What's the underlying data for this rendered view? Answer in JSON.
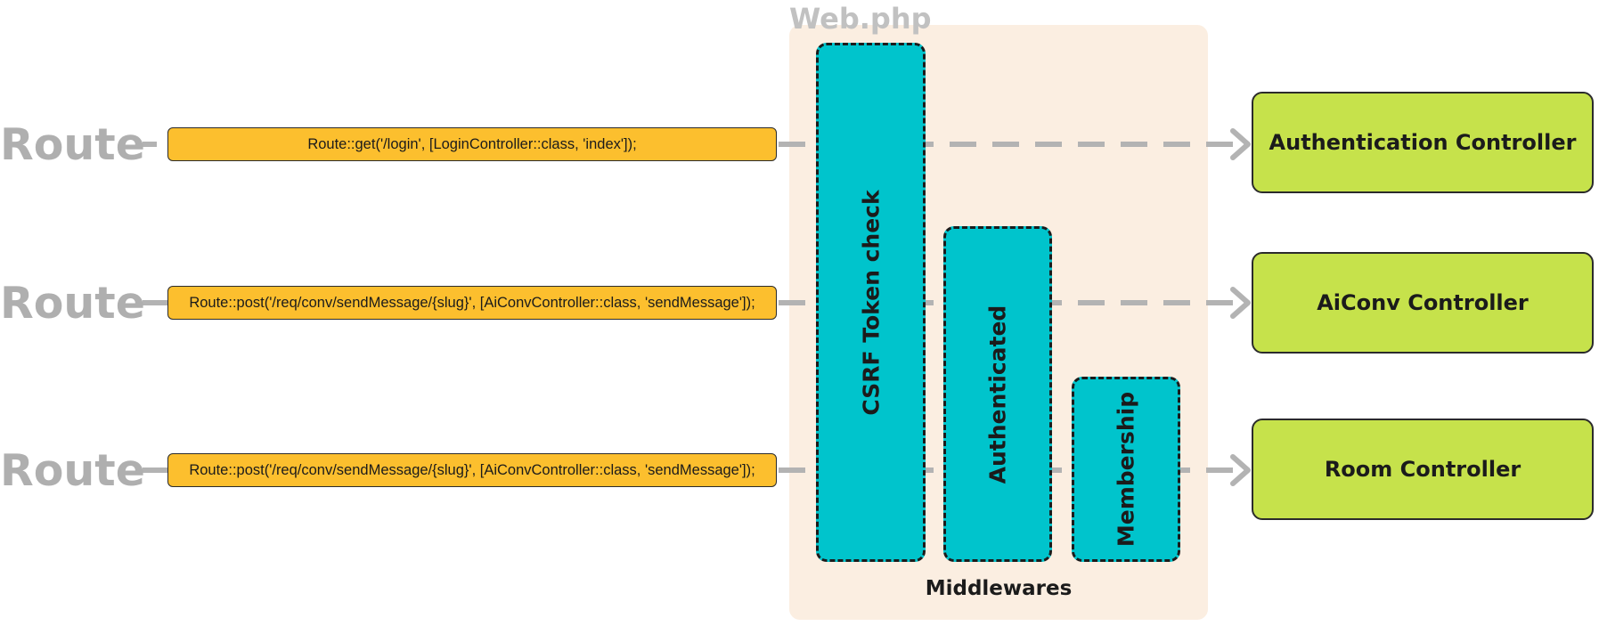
{
  "group": {
    "title": "Web.php",
    "caption": "Middlewares"
  },
  "rows": [
    {
      "label": "Route",
      "route": "Route::get('/login', [LoginController::class, 'index']);",
      "controller": "Authentication Controller"
    },
    {
      "label": "Route",
      "route": "Route::post('/req/conv/sendMessage/{slug}', [AiConvController::class, 'sendMessage']);",
      "controller": "AiConv Controller"
    },
    {
      "label": "Route",
      "route": "Route::post('/req/conv/sendMessage/{slug}', [AiConvController::class, 'sendMessage']);",
      "controller": "Room Controller"
    }
  ],
  "middlewares": [
    {
      "label": "CSRF Token check"
    },
    {
      "label": "Authenticated"
    },
    {
      "label": "Membership"
    }
  ],
  "colors": {
    "route_fill": "#fcbf2e",
    "middleware_fill": "#00c4cc",
    "controller_fill": "#c6e24b",
    "panel_fill": "#fbeee1",
    "connector": "#b3b3b3"
  }
}
